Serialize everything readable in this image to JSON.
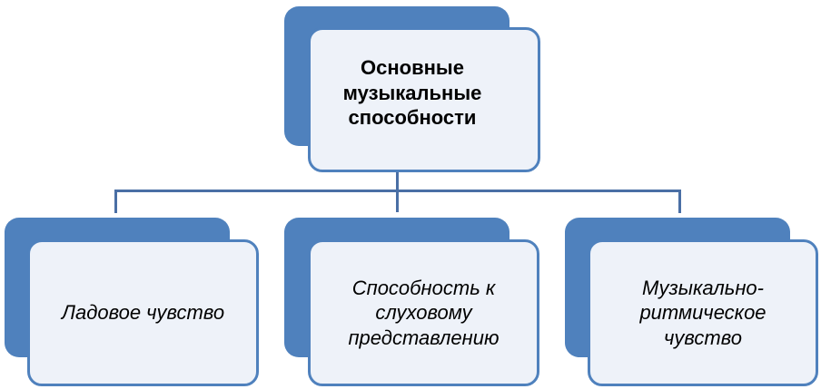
{
  "diagram": {
    "root": {
      "label": "Основные музыкальные способности"
    },
    "children": [
      {
        "label": "Ладовое чувство"
      },
      {
        "label": "Способность к слуховому представлению"
      },
      {
        "label": "Музыкально-ритмическое чувство"
      }
    ],
    "colors": {
      "accent": "#4f81bd",
      "card_fill": "#eef2f9",
      "connector": "#4a6fa5",
      "text": "#000000"
    }
  }
}
